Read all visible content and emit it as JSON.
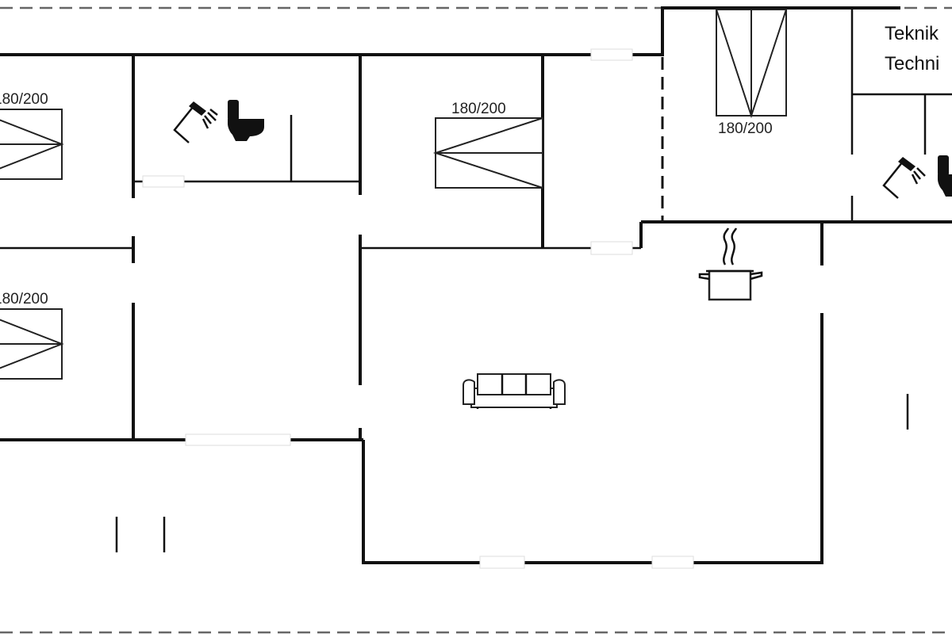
{
  "plan": {
    "bed_labels": [
      "180/200",
      "180/200",
      "180/200",
      "180/200"
    ],
    "room_labels": {
      "technical_da": "Teknik",
      "technical_en": "Techni"
    },
    "icons": [
      "shower-icon",
      "toilet-icon",
      "cooking-pot-icon",
      "sofa-icon"
    ]
  }
}
